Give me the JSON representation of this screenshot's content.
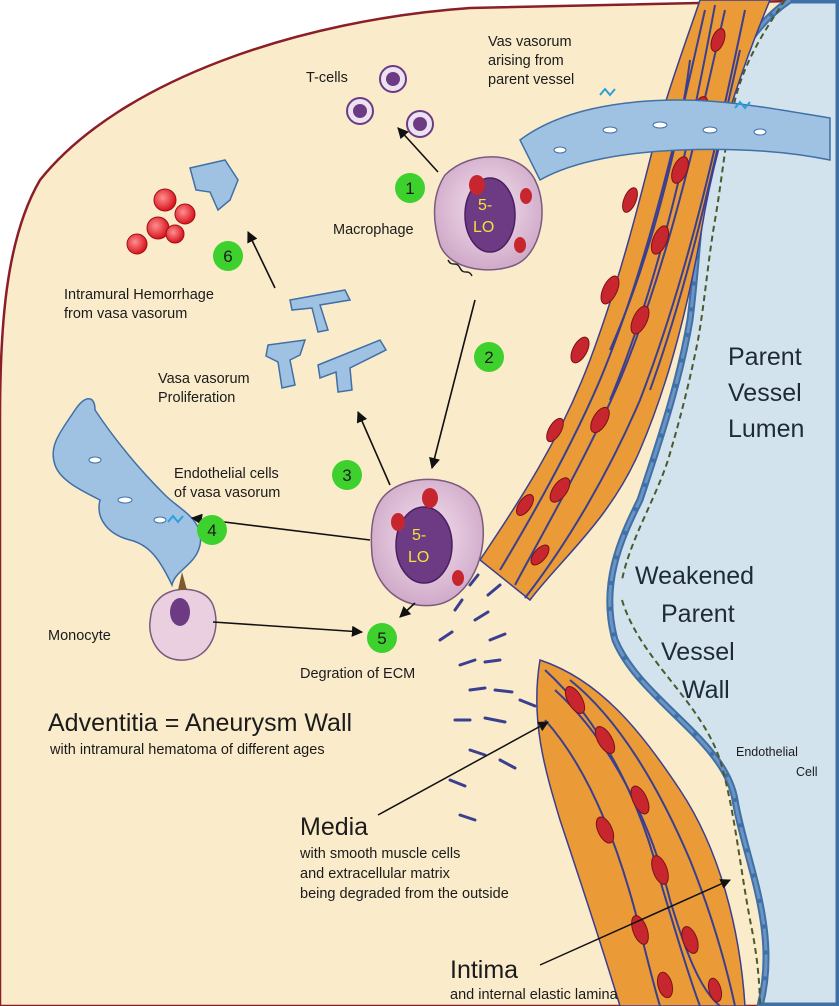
{
  "labels": {
    "tcells": "T-cells",
    "vas_vasorum_arising": [
      "Vas vasorum",
      "arising from",
      "parent vessel"
    ],
    "macrophage": "Macrophage",
    "hemorrhage": [
      "Intramural Hemorrhage",
      "from vasa vasorum"
    ],
    "proliferation": [
      "Vasa vasorum",
      "Proliferation"
    ],
    "endothelial_vv": [
      "Endothelial cells",
      "of vasa vasorum"
    ],
    "monocyte": "Monocyte",
    "degradation": "Degration of ECM",
    "lo_enzyme": [
      "5-",
      "LO"
    ],
    "parent_lumen": [
      "Parent",
      "Vessel",
      "Lumen"
    ],
    "weakened_wall": [
      "Weakened",
      "Parent",
      "Vessel",
      "Wall"
    ],
    "endothelial_cell": [
      "Endothelial",
      "Cell"
    ],
    "adventitia_title": "Adventitia = Aneurysm Wall",
    "adventitia_sub": "with intramural hematoma of different ages",
    "media_title": "Media",
    "media_sub": [
      "with smooth muscle cells",
      "and extracellular matrix",
      "being degraded from the outside"
    ],
    "intima_title": "Intima",
    "intima_sub": "and internal elastic lamina"
  },
  "steps": [
    "1",
    "2",
    "3",
    "4",
    "5",
    "6"
  ],
  "colors": {
    "adventitia": "#faeccb",
    "lumen": "#d3e3ee",
    "media": "#ea9a36",
    "smooth_muscle": "#c7262e",
    "step_badge": "#3ed12e",
    "vasa": "#9fc2e3",
    "macrophage": "#e9cfe0",
    "nucleus": "#6d3a84"
  }
}
